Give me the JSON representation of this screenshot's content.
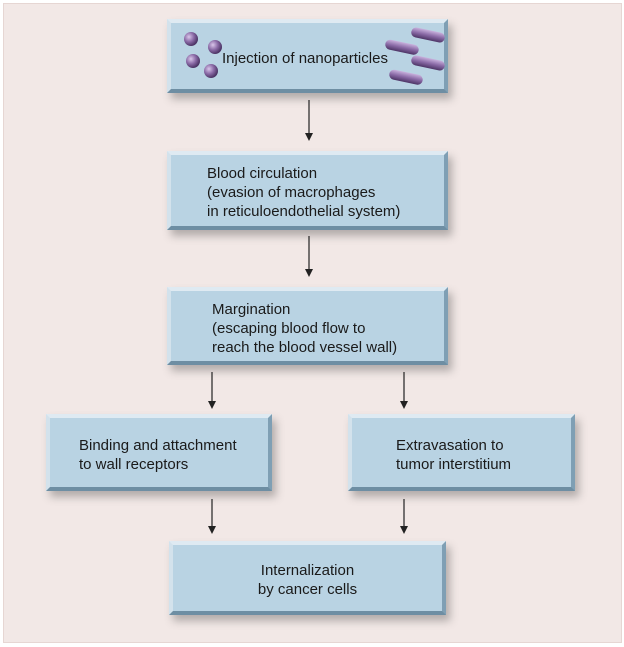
{
  "diagram": {
    "step1": {
      "lines": [
        "Injection of nanoparticles"
      ]
    },
    "step2": {
      "lines": [
        "Blood circulation",
        "(evasion of macrophages",
        "in reticuloendothelial system)"
      ]
    },
    "step3": {
      "lines": [
        "Margination",
        "(escaping blood flow to",
        "reach the blood vessel wall)"
      ]
    },
    "step4a": {
      "lines": [
        "Binding and attachment",
        "to wall receptors"
      ]
    },
    "step4b": {
      "lines": [
        "Extravasation to",
        "tumor interstitium"
      ]
    },
    "step5": {
      "lines": [
        "Internalization",
        "by cancer cells"
      ]
    }
  },
  "colors": {
    "background": "#f2e8e6",
    "box_fill": "#b9d3e3",
    "nanoparticle": "#8a6aa6",
    "arrow": "#222222"
  },
  "icons": {
    "spheres": "nanosphere-icon",
    "rods": "nanorod-icon"
  }
}
